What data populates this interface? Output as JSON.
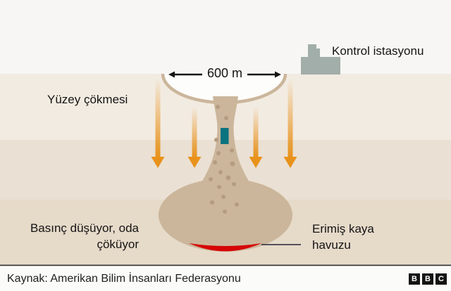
{
  "diagram": {
    "surface_collapse_label": "Yüzey çökmesi",
    "control_station_label": "Kontrol istasyonu",
    "crater_width_label": "600 m",
    "pressure_label_line1": "Basınç düşüyor, oda",
    "pressure_label_line2": "çöküyor",
    "molten_label_line1": "Erimiş kaya",
    "molten_label_line2": "havuzu"
  },
  "footer": {
    "source": "Kaynak: Amerikan Bilim İnsanları Federasyonu",
    "logo_letters": [
      "B",
      "B",
      "C"
    ]
  },
  "icons": {
    "control_station": "building-icon",
    "pressure_arrows": "down-arrow-icon",
    "width_arrows": "left-right-arrow-icon"
  },
  "colors": {
    "sky": "#f7f6f4",
    "soil_layer_1": "#f2ebe1",
    "soil_layer_2": "#eae0d3",
    "soil_layer_3": "#e6dac9",
    "crater_white": "#fdfdfb",
    "ground_tan": "#cbb69b",
    "rubble_dots": "#b49c80",
    "device_teal": "#0b7380",
    "arrow_orange": "#e8921c",
    "molten_red": "#d60505",
    "station_gray": "#a2aeaa",
    "footer_bg": "#fbfbf9",
    "divider": "#2e2e2e",
    "text": "#141414",
    "pointer_line": "#25253a"
  }
}
